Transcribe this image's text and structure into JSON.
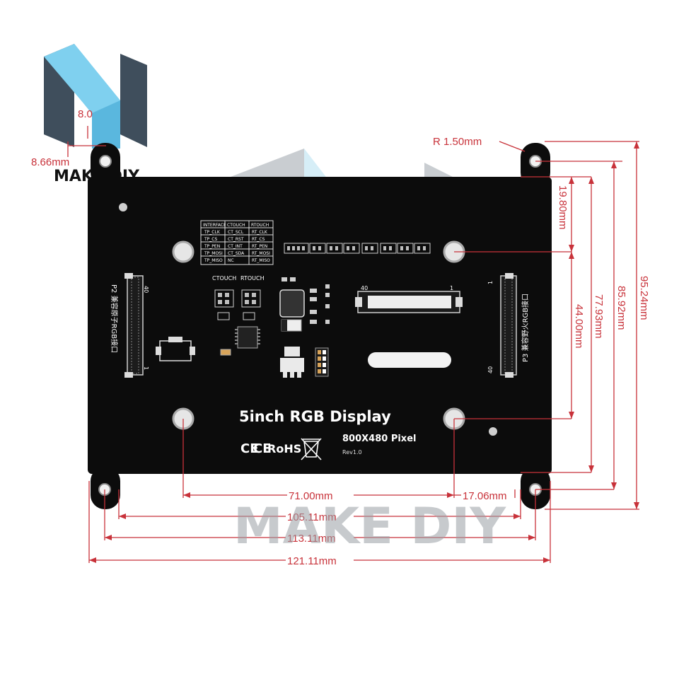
{
  "brand": {
    "logo_text": "MAKE DIY",
    "watermark_text": "MAKE DIY",
    "colors": {
      "logo_blue": "#6ec3e6",
      "logo_dark": "#4a5a6a",
      "dimension_red": "#c8323a",
      "pcb_black": "#0c0c0c"
    }
  },
  "board": {
    "title": "5inch RGB Display",
    "resolution": "800X480 Pixel",
    "revision": "Rev1.0",
    "certs": {
      "ce": "CE",
      "ce2": "CE",
      "rohs": "RoHS"
    },
    "connectors": {
      "p2_label": "P2 兼容原子RGB接口",
      "p3_label": "P3 兼容野火RGB接口",
      "pin_40": "40",
      "pin_1": "1",
      "fpc_pin_40": "40",
      "fpc_pin_1": "1"
    },
    "touch_labels": {
      "ctouch": "CTOUCH",
      "rtouch": "RTOUCH"
    },
    "interface_table": {
      "headers": [
        "INTERFACE",
        "CTOUCH",
        "RTOUCH"
      ],
      "rows": [
        [
          "TP_CLK",
          "CT_SCL",
          "RT_CLK"
        ],
        [
          "TP_CS",
          "CT_RST",
          "RT_CS"
        ],
        [
          "TP_PEN",
          "CT_INT",
          "RT_PEN"
        ],
        [
          "TP_MOSI",
          "CT_SDA",
          "RT_MOSI"
        ],
        [
          "TP_MISO",
          "NC",
          "RT_MISO"
        ]
      ]
    }
  },
  "dimensions": {
    "corner_radius": "R 1.50mm",
    "top_left_a": "8.0",
    "top_left_b": "8.66mm",
    "hole_offset": "19.80mm",
    "hole_vertical": "44.00mm",
    "inner_height": "77.93mm",
    "tab_height": "85.92mm",
    "total_height": "95.24mm",
    "hole_horizontal": "71.00mm",
    "hole_right": "17.06mm",
    "inner_width": "105.11mm",
    "tab_width": "113.11mm",
    "total_width": "121.11mm"
  }
}
